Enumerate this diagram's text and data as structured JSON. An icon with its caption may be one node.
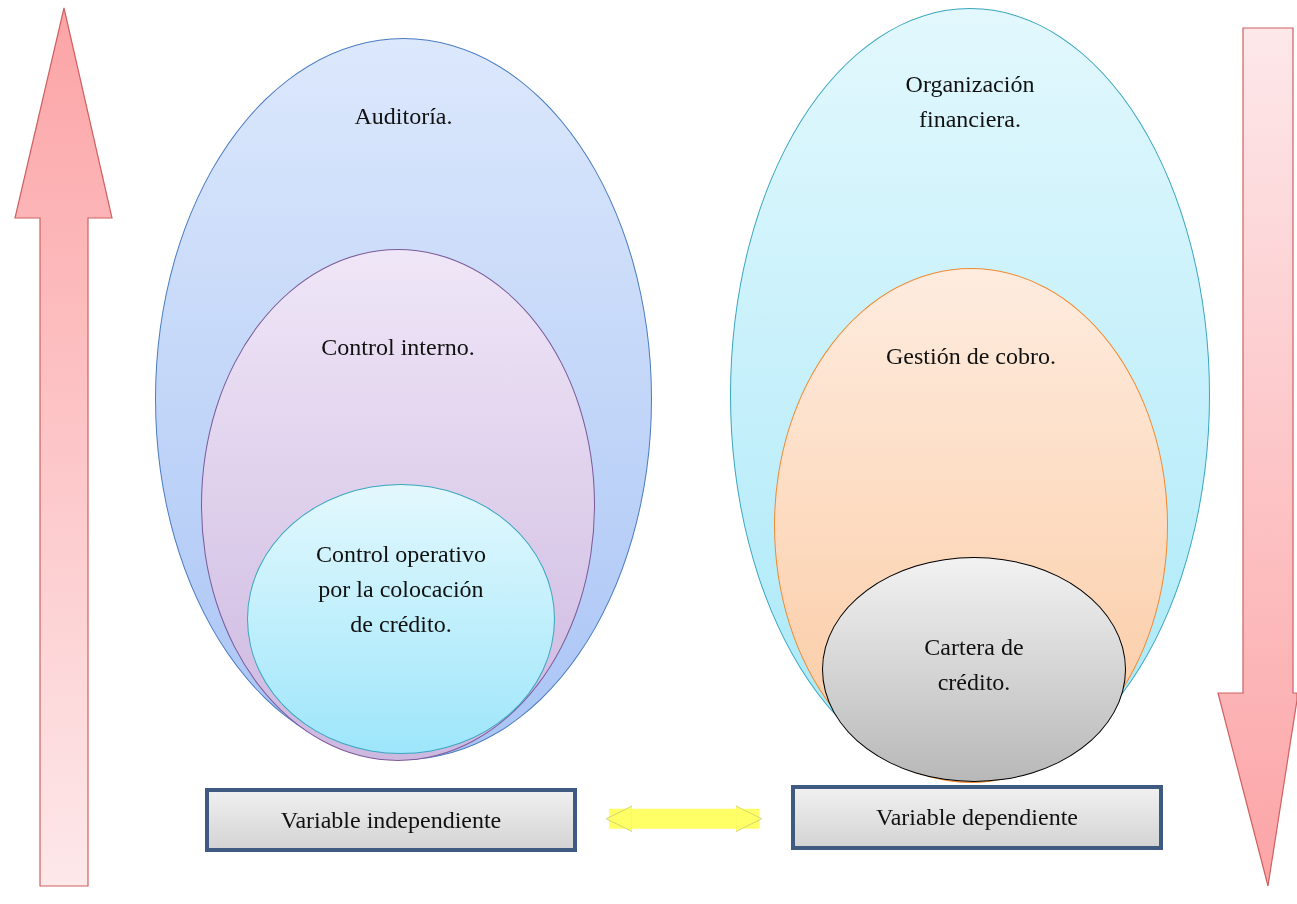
{
  "diagram": {
    "nodes": [
      {
        "text": [
          "Auditoría."
        ]
      },
      {
        "text": [
          "Control interno."
        ],
        "in": 0
      },
      {
        "text": [
          "Control operativo por la colocación de crédito."
        ],
        "in": 1
      },
      {
        "text": [
          "Organización financiera."
        ]
      },
      {
        "text": [
          "Gestión de cobro."
        ],
        "in": 3
      },
      {
        "text": [
          "Cartera de crédito."
        ],
        "in": 4
      },
      {
        "text": [
          "Variable independiente"
        ]
      },
      {
        "text": [
          "Variable dependiente"
        ]
      }
    ],
    "edges": [
      {
        "from": 6,
        "to": 7,
        "arrow": "both",
        "color": "#ffff66"
      }
    ]
  }
}
